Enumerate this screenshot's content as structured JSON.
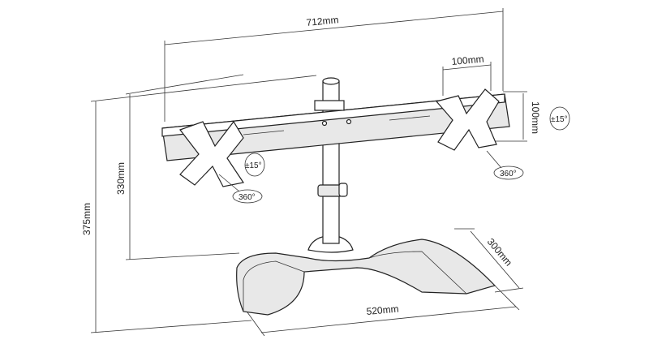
{
  "dimensions": {
    "total_width": "712mm",
    "vesa_horizontal": "100mm",
    "vesa_vertical": "100mm",
    "arm_height": "330mm",
    "total_height": "375mm",
    "base_depth": "300mm",
    "base_width": "520mm"
  },
  "rotations": {
    "left_tilt": "±15°",
    "left_rotate": "360°",
    "right_tilt": "±15°",
    "right_rotate": "360°"
  }
}
